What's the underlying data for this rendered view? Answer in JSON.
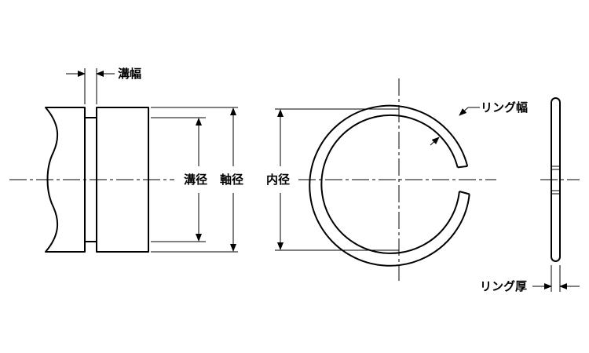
{
  "labels": {
    "groove_width": "溝幅",
    "groove_diameter": "溝径",
    "shaft_diameter": "軸径",
    "inner_diameter": "内径",
    "ring_width": "リング幅",
    "ring_thickness": "リング厚"
  }
}
